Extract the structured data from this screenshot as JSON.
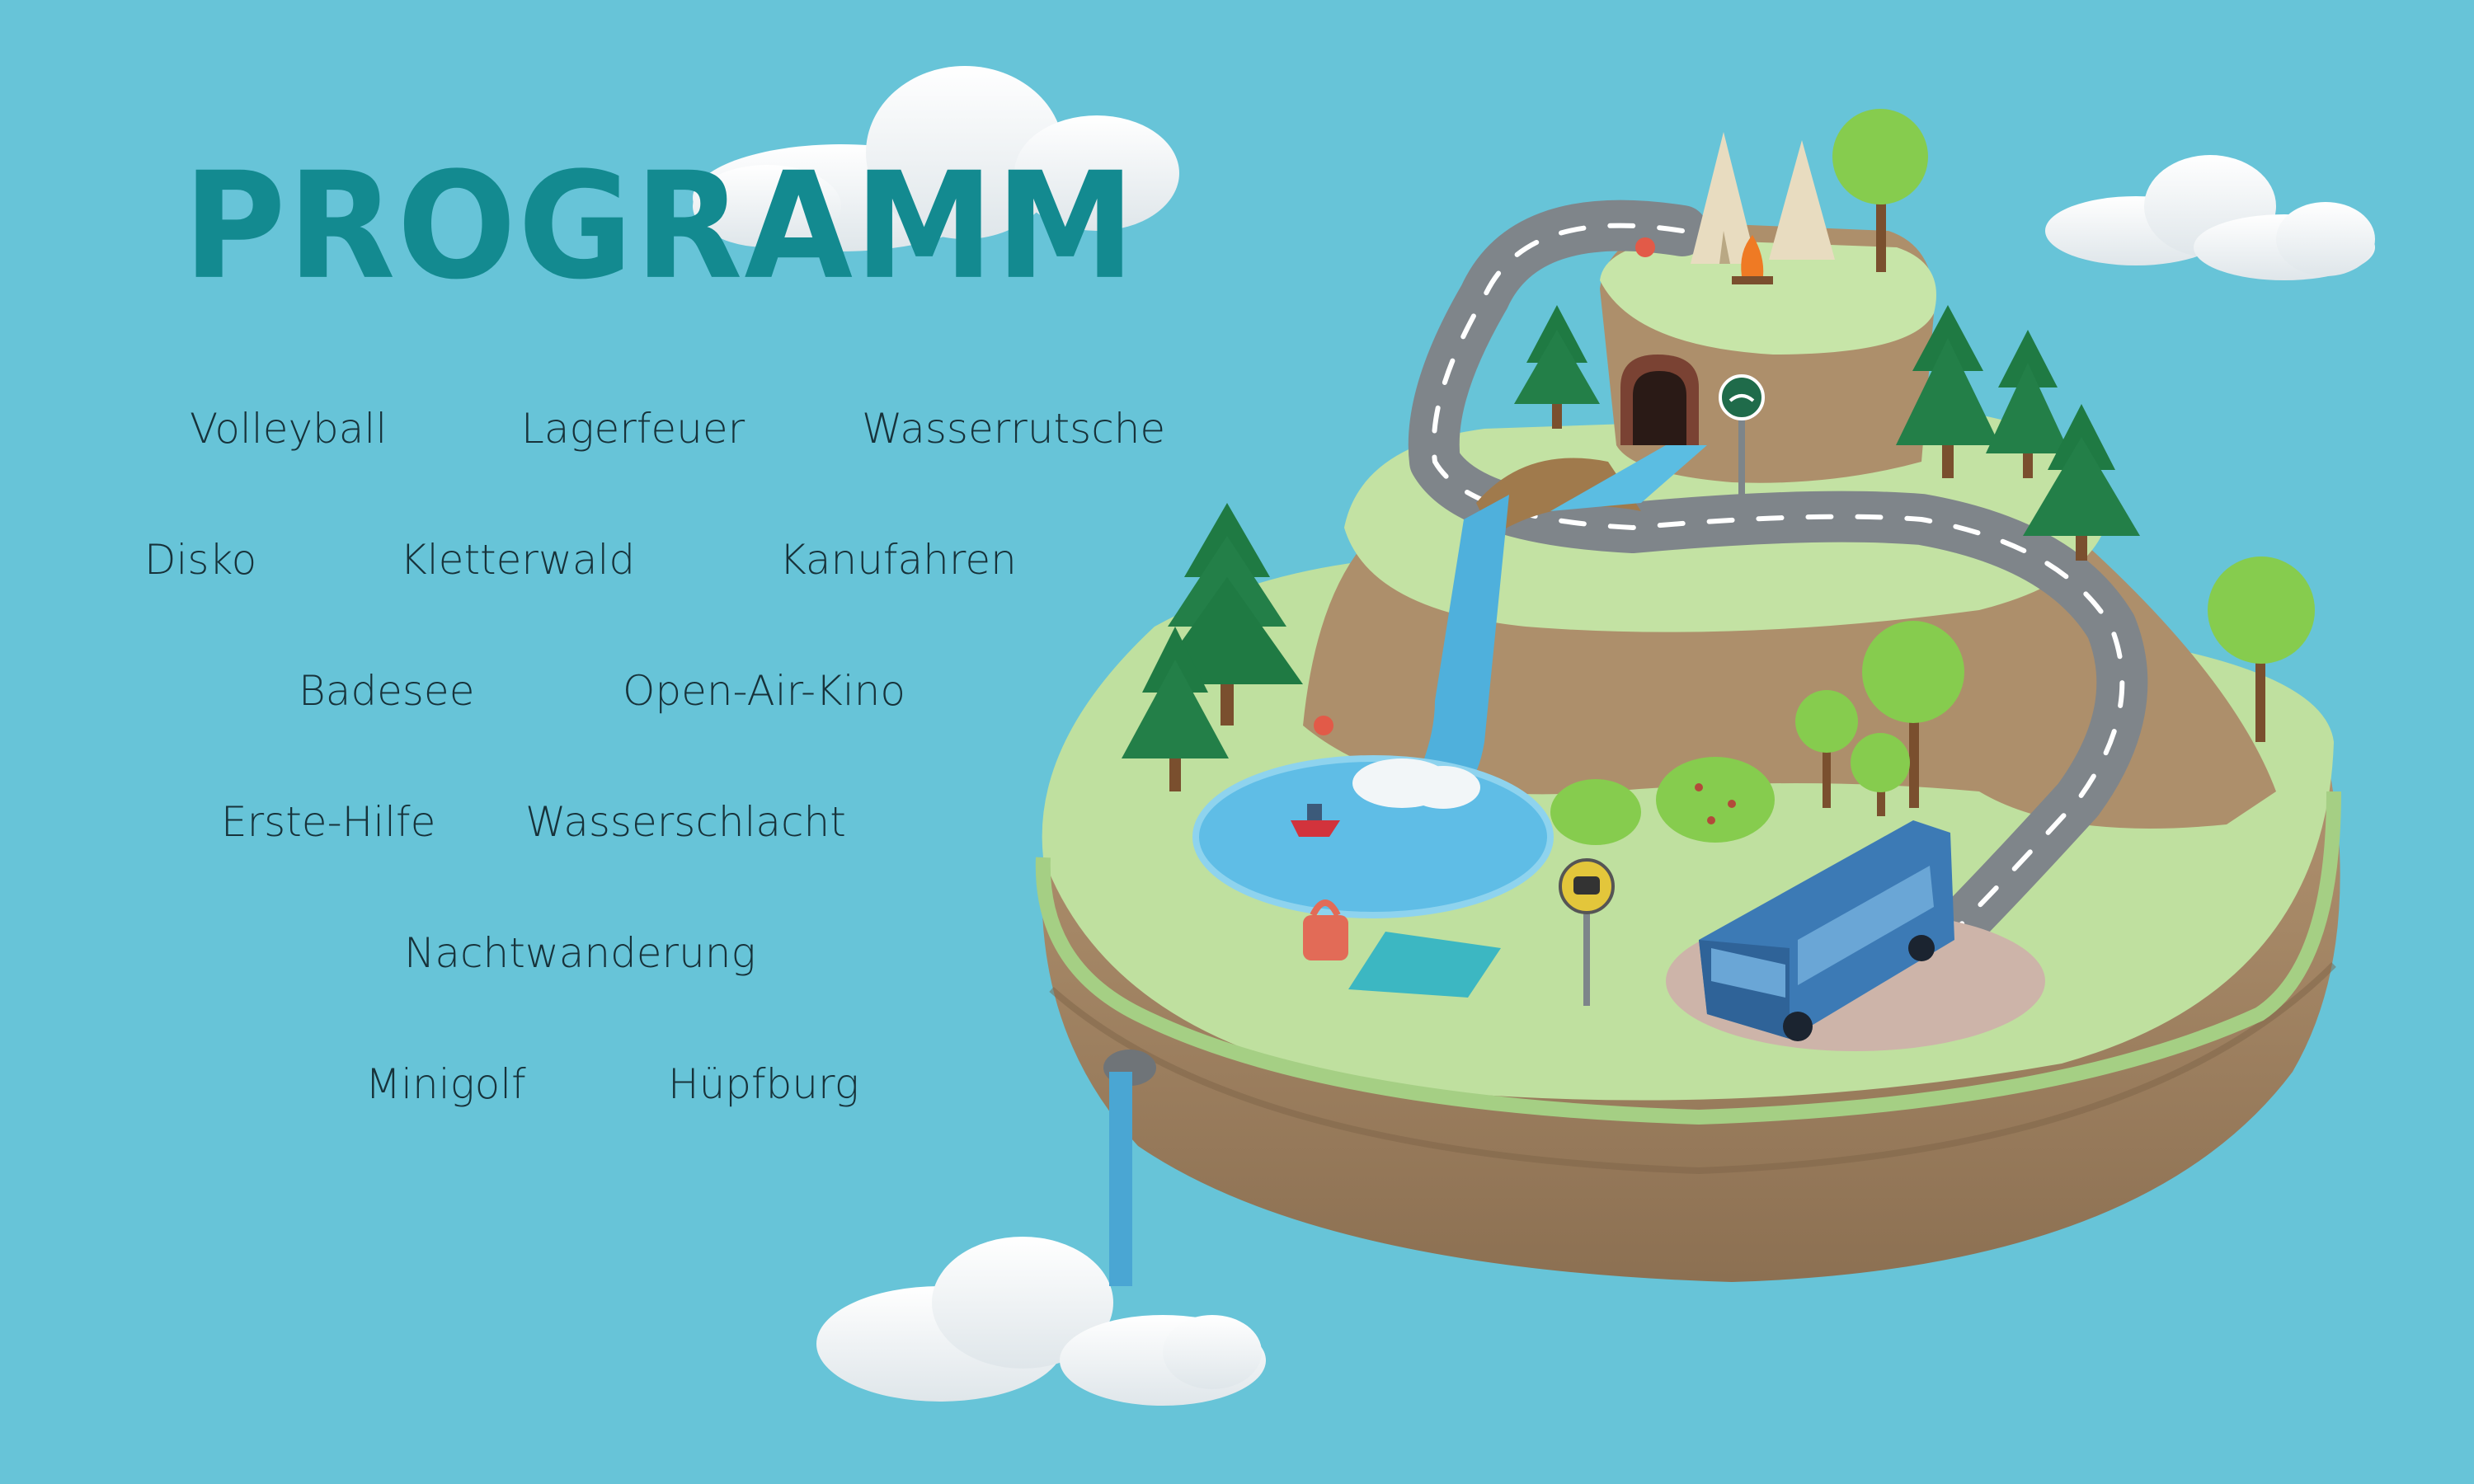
{
  "title": "PROGRAMM",
  "activities": [
    "Volleyball",
    "Lagerfeuer",
    "Wasserrutsche",
    "Disko",
    "Kletterwald",
    "Kanufahren",
    "Badesee",
    "Open-Air-Kino",
    "Erste-Hilfe",
    "Wasserschlacht",
    "Nachtwanderung",
    "Minigolf",
    "Hüpfburg"
  ],
  "colors": {
    "background": "#67c4d8",
    "title": "#138a90",
    "text": "#17323a",
    "grass": "#b9dd98",
    "earth": "#a78a64",
    "water": "#4fb0dc",
    "road": "#7f858a",
    "bus": "#3c7ab5",
    "tree_dark": "#1f7a43",
    "tree_light": "#86cc4e"
  },
  "icons": [
    "cloud-icon",
    "bus-stop-sign-icon",
    "bird-sign-icon",
    "campfire-icon",
    "tipi-icon",
    "bus-icon",
    "boat-icon",
    "bag-icon",
    "towel-icon"
  ]
}
